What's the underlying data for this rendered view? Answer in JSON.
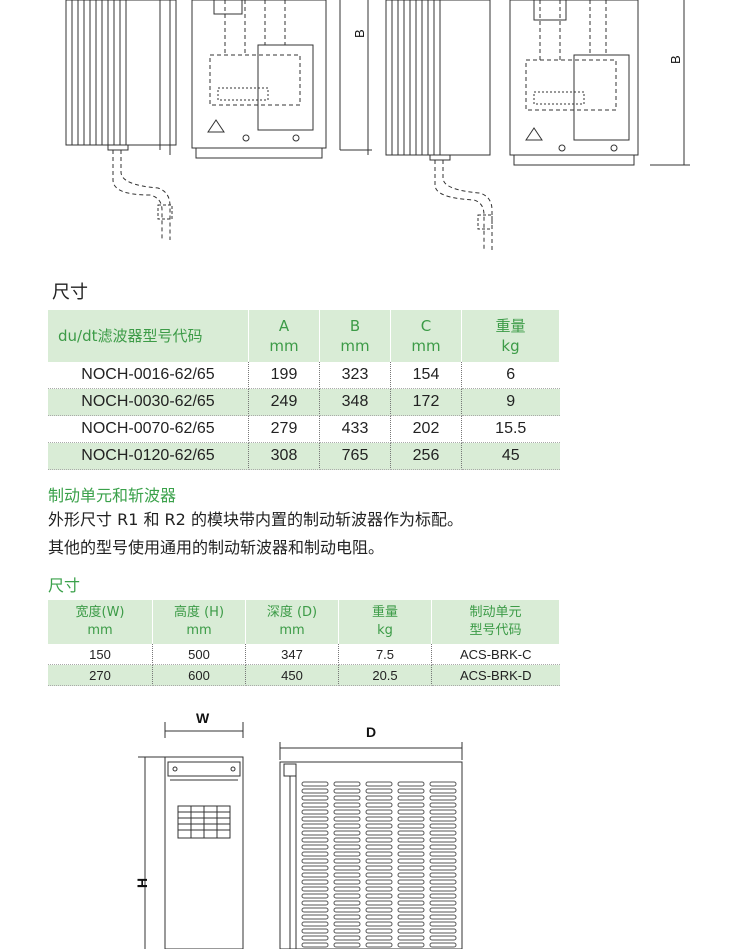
{
  "top_drawing": {
    "label_b_left": "B",
    "label_b_right": "B"
  },
  "section1": {
    "title": "尺寸",
    "table": {
      "headers": [
        {
          "line1": "du/dt滤波器型号代码",
          "line2": ""
        },
        {
          "line1": "A",
          "line2": "mm"
        },
        {
          "line1": "B",
          "line2": "mm"
        },
        {
          "line1": "C",
          "line2": "mm"
        },
        {
          "line1": "重量",
          "line2": "kg"
        }
      ],
      "rows": [
        [
          "NOCH-0016-62/65",
          "199",
          "323",
          "154",
          "6"
        ],
        [
          "NOCH-0030-62/65",
          "249",
          "348",
          "172",
          "9"
        ],
        [
          "NOCH-0070-62/65",
          "279",
          "433",
          "202",
          "15.5"
        ],
        [
          "NOCH-0120-62/65",
          "308",
          "765",
          "256",
          "45"
        ]
      ]
    }
  },
  "section2": {
    "title": "制动单元和斩波器",
    "paragraph_line1": "外形尺寸 R1 和 R2 的模块带内置的制动斩波器作为标配。",
    "paragraph_line2": "其他的型号使用通用的制动斩波器和制动电阻。"
  },
  "section3": {
    "title": "尺寸",
    "table": {
      "headers": [
        {
          "line1": "宽度(W)",
          "line2": "mm"
        },
        {
          "line1": "高度 (H)",
          "line2": "mm"
        },
        {
          "line1": "深度 (D)",
          "line2": "mm"
        },
        {
          "line1": "重量",
          "line2": "kg"
        },
        {
          "line1": "制动单元",
          "line2": "型号代码"
        }
      ],
      "rows": [
        [
          "150",
          "500",
          "347",
          "7.5",
          "ACS-BRK-C"
        ],
        [
          "270",
          "600",
          "450",
          "20.5",
          "ACS-BRK-D"
        ]
      ]
    }
  },
  "bottom_drawing": {
    "label_w": "W",
    "label_d": "D",
    "label_h": "H"
  }
}
